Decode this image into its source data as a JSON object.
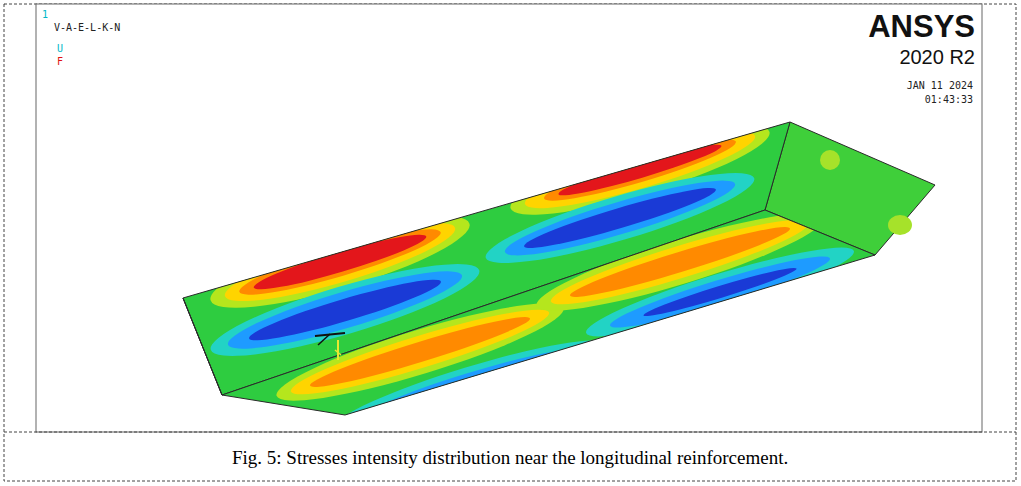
{
  "diagram": {
    "caption": "Fig. 5: Stresses intensity distribution near the longitudinal reinforcement.",
    "labels": [
      "1",
      "V-A-E-L-K-N",
      "U",
      "F",
      "ANSYS",
      "2020 R2",
      "JAN 11 2024",
      "01:43:33"
    ]
  }
}
